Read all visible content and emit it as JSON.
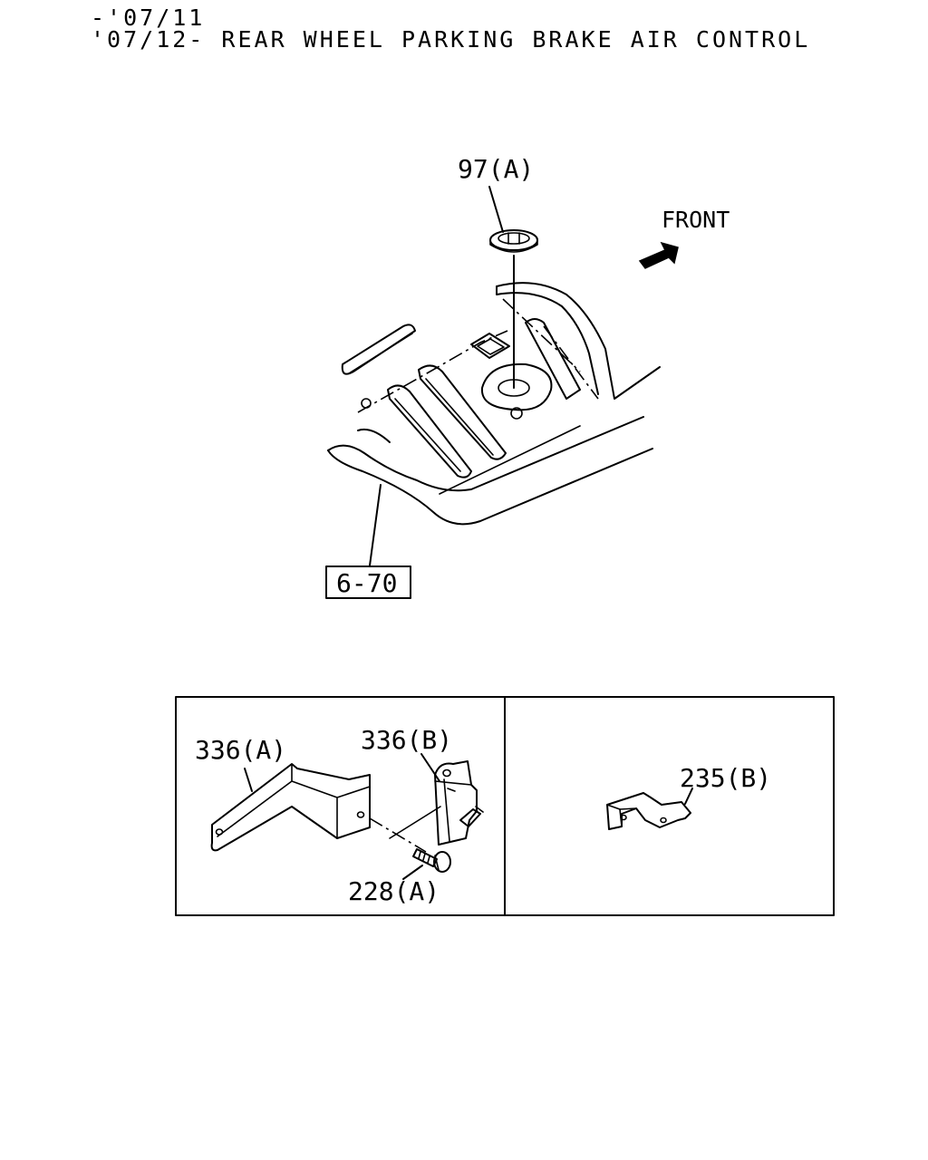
{
  "header": {
    "line1": "-'07/11",
    "line2": "'07/12- REAR WHEEL PARKING BRAKE AIR CONTROL"
  },
  "direction_label": "FRONT",
  "callouts": {
    "grommet": "97(A)",
    "floor_ref": "6-70",
    "bracket_a": "336(A)",
    "bracket_b": "336(B)",
    "bolt": "228(A)",
    "clip": "235(B)"
  }
}
